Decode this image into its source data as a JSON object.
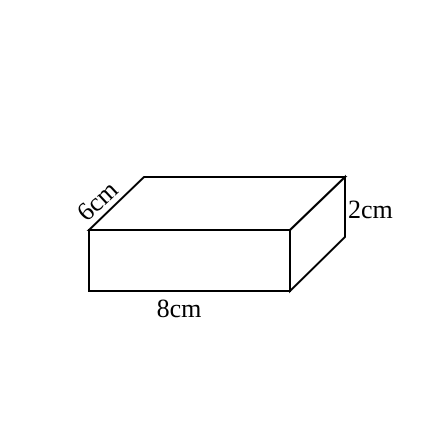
{
  "figure": {
    "labels": {
      "width": "8cm",
      "depth": "6cm",
      "height": "2cm"
    },
    "colors": {
      "top_face": "#ffffff",
      "front_face": "#ffffff",
      "side_face": "#d9d9d9",
      "outline": "#000000"
    }
  }
}
